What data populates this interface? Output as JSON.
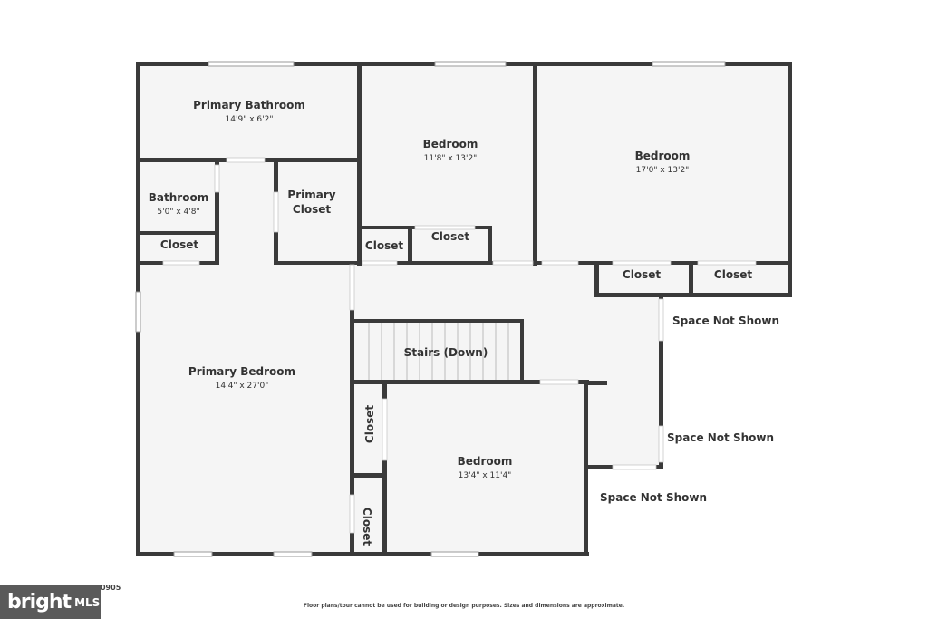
{
  "rooms": {
    "primary_bathroom": {
      "name": "Primary Bathroom",
      "dims": "14'9\" x 6'2\""
    },
    "bedroom_top_mid": {
      "name": "Bedroom",
      "dims": "11'8\" x 13'2\""
    },
    "bedroom_top_right": {
      "name": "Bedroom",
      "dims": "17'0\" x 13'2\""
    },
    "bathroom": {
      "name": "Bathroom",
      "dims": "5'0\" x 4'8\""
    },
    "primary_closet_line1": "Primary",
    "primary_closet_line2": "Closet",
    "primary_bedroom": {
      "name": "Primary Bedroom",
      "dims": "14'4\" x 27'0\""
    },
    "bedroom_bottom": {
      "name": "Bedroom",
      "dims": "13'4\" x 11'4\""
    },
    "stairs": "Stairs (Down)"
  },
  "closets": {
    "bath_closet": "Closet",
    "closet_mid_a": "Closet",
    "closet_mid_b": "Closet",
    "closet_right_a": "Closet",
    "closet_right_b": "Closet",
    "closet_vertical_a": "Closet",
    "closet_vertical_b": "Closet"
  },
  "space_not_shown": {
    "a": "Space Not Shown",
    "b": "Space Not Shown",
    "c": "Space Not Shown"
  },
  "footer": {
    "address": "Silver Spring, MD 20905",
    "disclaimer": "Floor plans/tour cannot be used for building or design purposes. Sizes and dimensions are approximate.",
    "logo_brand": "bright",
    "logo_mls": "MLS"
  },
  "colors": {
    "wall": "#3a3a3a",
    "floor": "#f5f5f5"
  }
}
